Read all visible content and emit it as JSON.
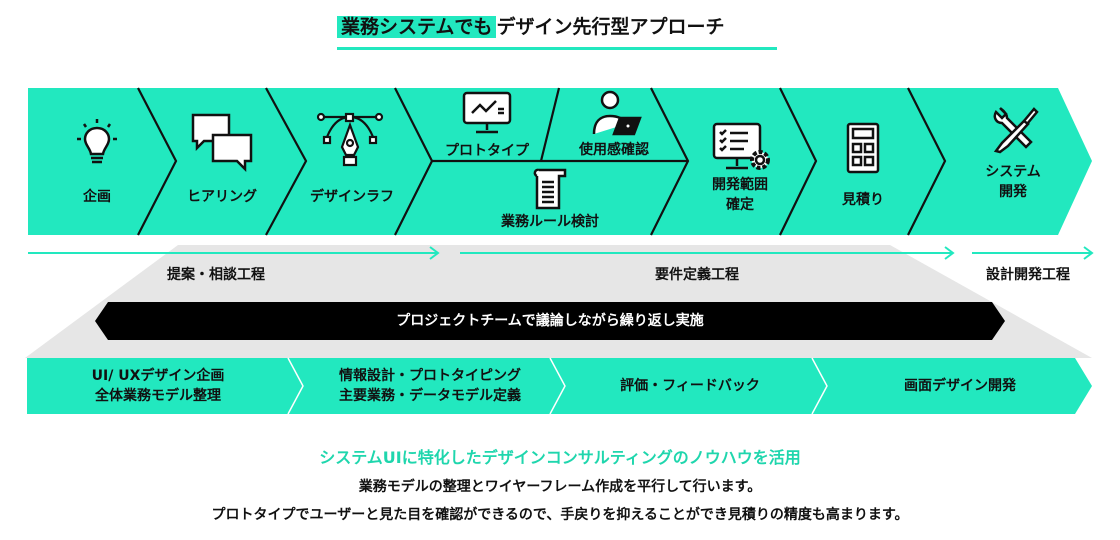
{
  "title": {
    "highlight": "業務システムでも",
    "rest": "デザイン先行型アプローチ"
  },
  "steps": [
    {
      "label": "企画",
      "icon": "lightbulb-icon"
    },
    {
      "label": "ヒアリング",
      "icon": "chat-bubbles-icon"
    },
    {
      "label": "デザインラフ",
      "icon": "pen-tool-icon"
    },
    {
      "label": "プロトタイプ",
      "icon": "monitor-chart-icon"
    },
    {
      "label": "使用感確認",
      "icon": "person-laptop-icon"
    },
    {
      "label": "業務ルール検討",
      "icon": "document-scroll-icon"
    },
    {
      "label_line1": "開発範囲",
      "label_line2": "確定",
      "icon": "monitor-checklist-gear-icon"
    },
    {
      "label": "見積り",
      "icon": "calculator-icon"
    },
    {
      "label_line1": "システム",
      "label_line2": "開発",
      "icon": "wrench-screwdriver-icon"
    }
  ],
  "phases": [
    "提案・相談工程",
    "要件定義工程",
    "設計開発工程"
  ],
  "banner": "プロジェクトチームで議論しながら繰り返し実施",
  "deliverables": [
    {
      "line1": "UI/ UXデザイン企画",
      "line2": "全体業務モデル整理"
    },
    {
      "line1": "情報設計・プロトタイピング",
      "line2": "主要業務・データモデル定義"
    },
    {
      "line1": "評価・フィードバック"
    },
    {
      "line1": "画面デザイン開発"
    }
  ],
  "footer": {
    "heading": "システムUIに特化したデザインコンサルティングのノウハウを活用",
    "line1": "業務モデルの整理とワイヤーフレーム作成を平行して行います。",
    "line2": "プロトタイプでユーザーと見た目を確認ができるので、手戻りを抑えることができ見積りの精度も高まります。"
  },
  "colors": {
    "accent": "#22e8bf",
    "accent_text": "#1fd6ad",
    "gray": "#e6e6e6",
    "black": "#000000"
  }
}
